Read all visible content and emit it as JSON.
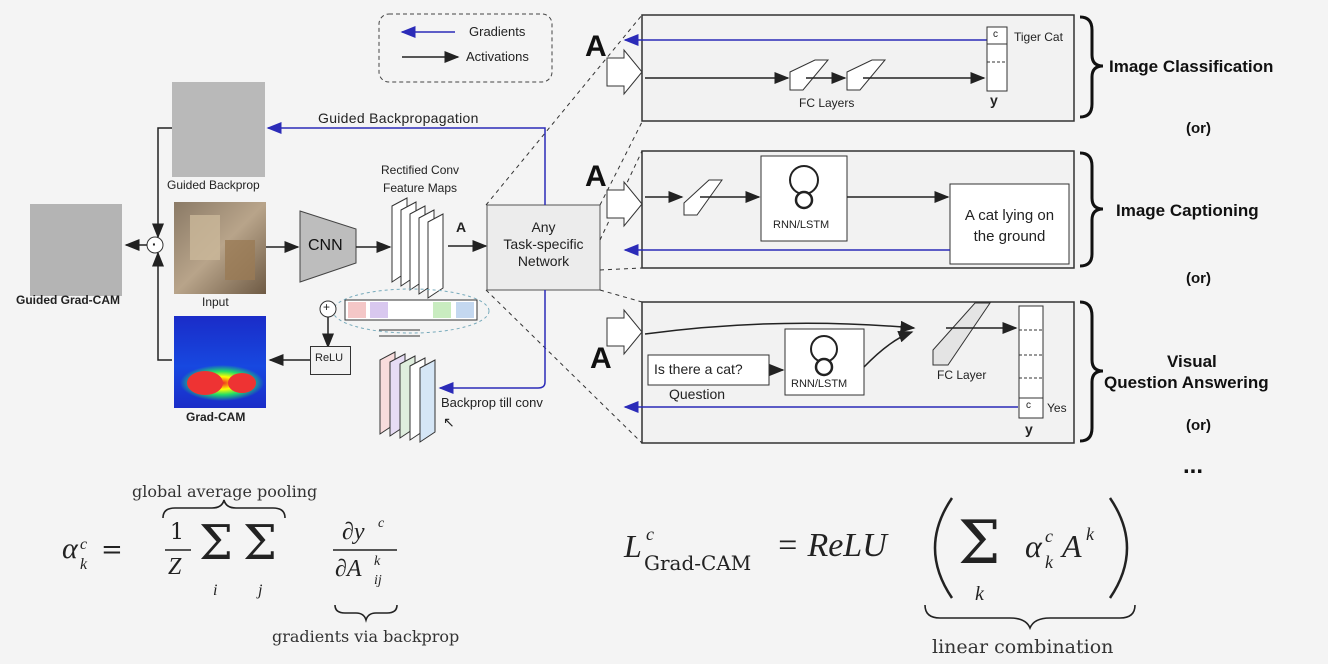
{
  "legend": {
    "gradients": "Gradients",
    "activations": "Activations"
  },
  "left": {
    "guided_backprop": "Guided Backprop",
    "guided_backpropagation": "Guided Backpropagation",
    "guided_gradcam": "Guided Grad-CAM",
    "input": "Input",
    "gradcam": "Grad-CAM",
    "cnn": "CNN",
    "rectified_1": "Rectified Conv",
    "rectified_2": "Feature Maps",
    "A": "A",
    "relu": "ReLU",
    "backprop_till_conv": "Backprop till conv",
    "plus": "+",
    "dot": "·"
  },
  "task_network": {
    "line1": "Any",
    "line2": "Task-specific",
    "line3": "Network"
  },
  "panels": {
    "classification": {
      "A": "A",
      "fc_layers": "FC Layers",
      "c": "c",
      "y": "y",
      "tiger_cat": "Tiger Cat",
      "label": "Image Classification"
    },
    "captioning": {
      "A": "A",
      "rnn": "RNN/LSTM",
      "caption_1": "A cat lying on",
      "caption_2": "the ground",
      "label": "Image Captioning"
    },
    "vqa": {
      "A": "A",
      "question_text": "Is there a cat?",
      "question": "Question",
      "rnn": "RNN/LSTM",
      "fc_layer": "FC Layer",
      "c": "c",
      "yes": "Yes",
      "y": "y",
      "label_1": "Visual",
      "label_2": "Question Answering"
    }
  },
  "or_labels": [
    "(or)",
    "(or)",
    "(or)"
  ],
  "ellipsis": "...",
  "formula_left": {
    "gap_label": "global average pooling",
    "grad_label": "gradients via backprop",
    "alpha": "α",
    "sub_k": "k",
    "sup_c": "c",
    "equals": "=",
    "frac_num": "1",
    "frac_den": "Z",
    "sigma": "Σ",
    "sub_i": "i",
    "sub_j": "j",
    "dy": "∂y",
    "dA": "∂A",
    "sup_k": "k",
    "sub_ij": "ij"
  },
  "formula_right": {
    "L": "L",
    "sub": "Grad-CAM",
    "sup_c": "c",
    "equals": "= ReLU",
    "sigma": "Σ",
    "sub_k": "k",
    "alpha": "α",
    "A": "A",
    "sup_k": "k",
    "lc_label": "linear combination"
  }
}
